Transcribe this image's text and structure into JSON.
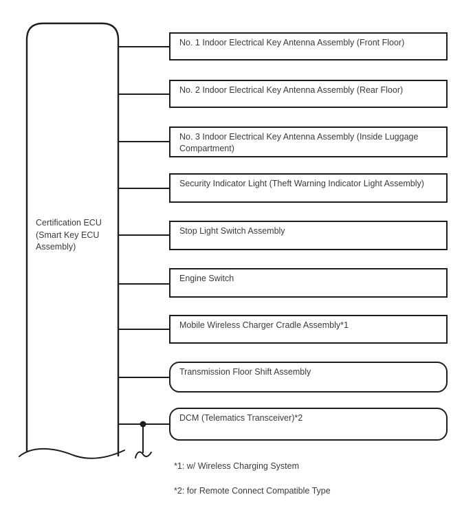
{
  "diagram": {
    "ecu": {
      "label": "Certification ECU (Smart Key ECU Assembly)"
    },
    "components": [
      {
        "label": "No. 1 Indoor Electrical Key Antenna Assembly (Front Floor)",
        "shape": "rect"
      },
      {
        "label": "No. 2 Indoor Electrical Key Antenna Assembly (Rear Floor)",
        "shape": "rect"
      },
      {
        "label": "No. 3 Indoor Electrical Key Antenna Assembly (Inside Luggage Compartment)",
        "shape": "rect"
      },
      {
        "label": "Security Indicator Light (Theft Warning Indicator Light Assembly)",
        "shape": "rect"
      },
      {
        "label": "Stop Light Switch Assembly",
        "shape": "rect"
      },
      {
        "label": "Engine Switch",
        "shape": "rect"
      },
      {
        "label": "Mobile Wireless Charger Cradle Assembly*1",
        "shape": "rect"
      },
      {
        "label": "Transmission Floor Shift Assembly",
        "shape": "rounded"
      },
      {
        "label": "DCM (Telematics Transceiver)*2",
        "shape": "rounded"
      }
    ],
    "footnotes": [
      "*1: w/ Wireless Charging System",
      "*2: for Remote Connect Compatible Type"
    ],
    "colors": {
      "line": "#1d1d1d",
      "text": "#3a3a3a",
      "background": "#ffffff"
    }
  }
}
